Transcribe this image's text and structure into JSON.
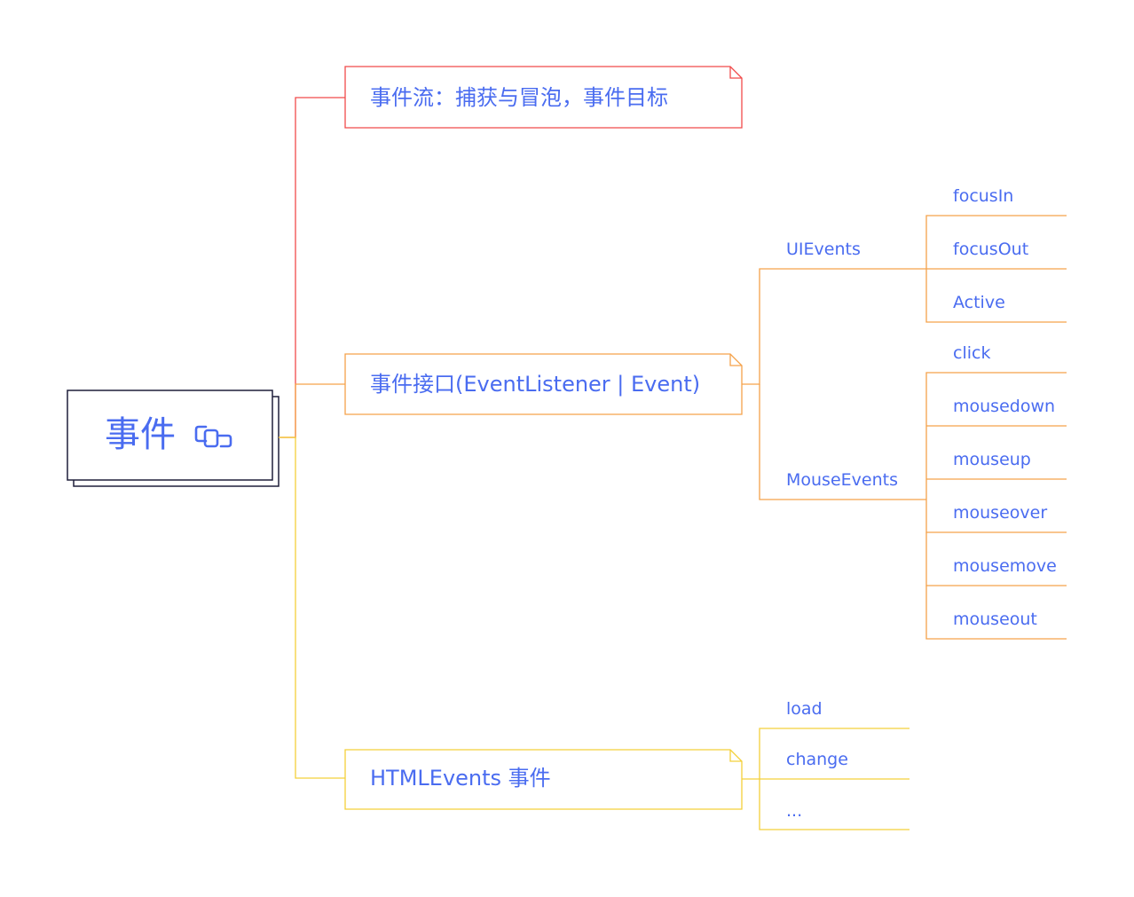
{
  "root": {
    "label": "事件",
    "icon": "link-icon"
  },
  "colors": {
    "red": "#f04a4a",
    "orange": "#f5a24a",
    "yellow": "#f3d03a",
    "text": "#4a6cf0",
    "root_border": "#1f1f3a"
  },
  "branches": [
    {
      "label": "事件流：捕获与冒泡，事件目标"
    },
    {
      "label": "事件接口(EventListener | Event)",
      "groups": [
        {
          "label": "UIEvents",
          "items": [
            "focusIn",
            "focusOut",
            "Active"
          ]
        },
        {
          "label": "MouseEvents",
          "items": [
            "click",
            "mousedown",
            "mouseup",
            "mouseover",
            "mousemove",
            "mouseout"
          ]
        }
      ]
    },
    {
      "label": "HTMLEvents 事件",
      "items": [
        "load",
        "change",
        "..."
      ]
    }
  ]
}
